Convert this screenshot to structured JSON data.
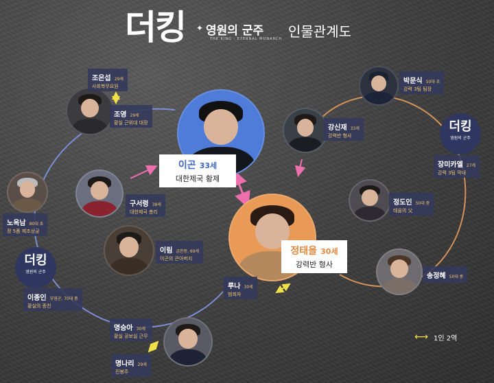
{
  "header": {
    "logo_main": "더킹",
    "logo_sub": "영원의 군주",
    "logo_eng": "THE KING : ETERNAL MONARCH",
    "title": "인물관계도"
  },
  "colors": {
    "label_bg": "#343a5c",
    "accent_gold": "#f4c66b",
    "blue_circle": "#4f7bd9",
    "orange_circle": "#e99a56",
    "pink_arrow": "#ee6fae",
    "yellow_arrow": "#f0e04a"
  },
  "characters": [
    {
      "id": "jo-eunseop",
      "name": "조은섭",
      "age": "29세",
      "role": "사회복무요원"
    },
    {
      "id": "jo-yeong",
      "name": "조영",
      "age": "29세",
      "role": "황실 근위대 대장"
    },
    {
      "id": "lee-gon",
      "name": "이곤",
      "age": "33세",
      "role": "대한제국 황제"
    },
    {
      "id": "jeong-taeeul",
      "name": "정태을",
      "age": "30세",
      "role": "강력반 형사"
    },
    {
      "id": "gu-seoryeong",
      "name": "구서령",
      "age": "38세",
      "role": "대한제국 총리"
    },
    {
      "id": "noh-oknam",
      "name": "노옥남",
      "age": "80대 초",
      "role": "정 5품 제조상궁"
    },
    {
      "id": "lee-rim",
      "name": "이림",
      "age": "금친왕, 69세",
      "role": "이곤의 큰아버지"
    },
    {
      "id": "lee-jongin",
      "name": "이종인",
      "age": "부영군, 70대 중",
      "role": "황실의 종친"
    },
    {
      "id": "luna",
      "name": "루나",
      "age": "30세",
      "role": "범죄자"
    },
    {
      "id": "myeong-seunga",
      "name": "명승아",
      "age": "30세",
      "role": "황실 공보실 근무"
    },
    {
      "id": "myeong-nari",
      "name": "명나리",
      "age": "29세",
      "role": "진봉주"
    },
    {
      "id": "bak-munsik",
      "name": "박문식",
      "age": "50대 초",
      "role": "강력 3팀 팀장"
    },
    {
      "id": "kang-sinjae",
      "name": "강신재",
      "age": "33세",
      "role": "강력반 형사"
    },
    {
      "id": "jang-mikayeon",
      "name": "장미카엘",
      "age": "27세",
      "role": "강력 3팀 막내"
    },
    {
      "id": "jeong-doin",
      "name": "정도인",
      "age": "50대 중",
      "role": "태을의 父"
    },
    {
      "id": "song-jeonghye",
      "name": "송정혜",
      "age": "50대 중",
      "role": ""
    }
  ],
  "emblems": [
    {
      "main": "더킹",
      "sub": "영원의 군주"
    },
    {
      "main": "더킹",
      "sub": "영원의 군주"
    }
  ],
  "legend": {
    "label": "1인 2역"
  }
}
